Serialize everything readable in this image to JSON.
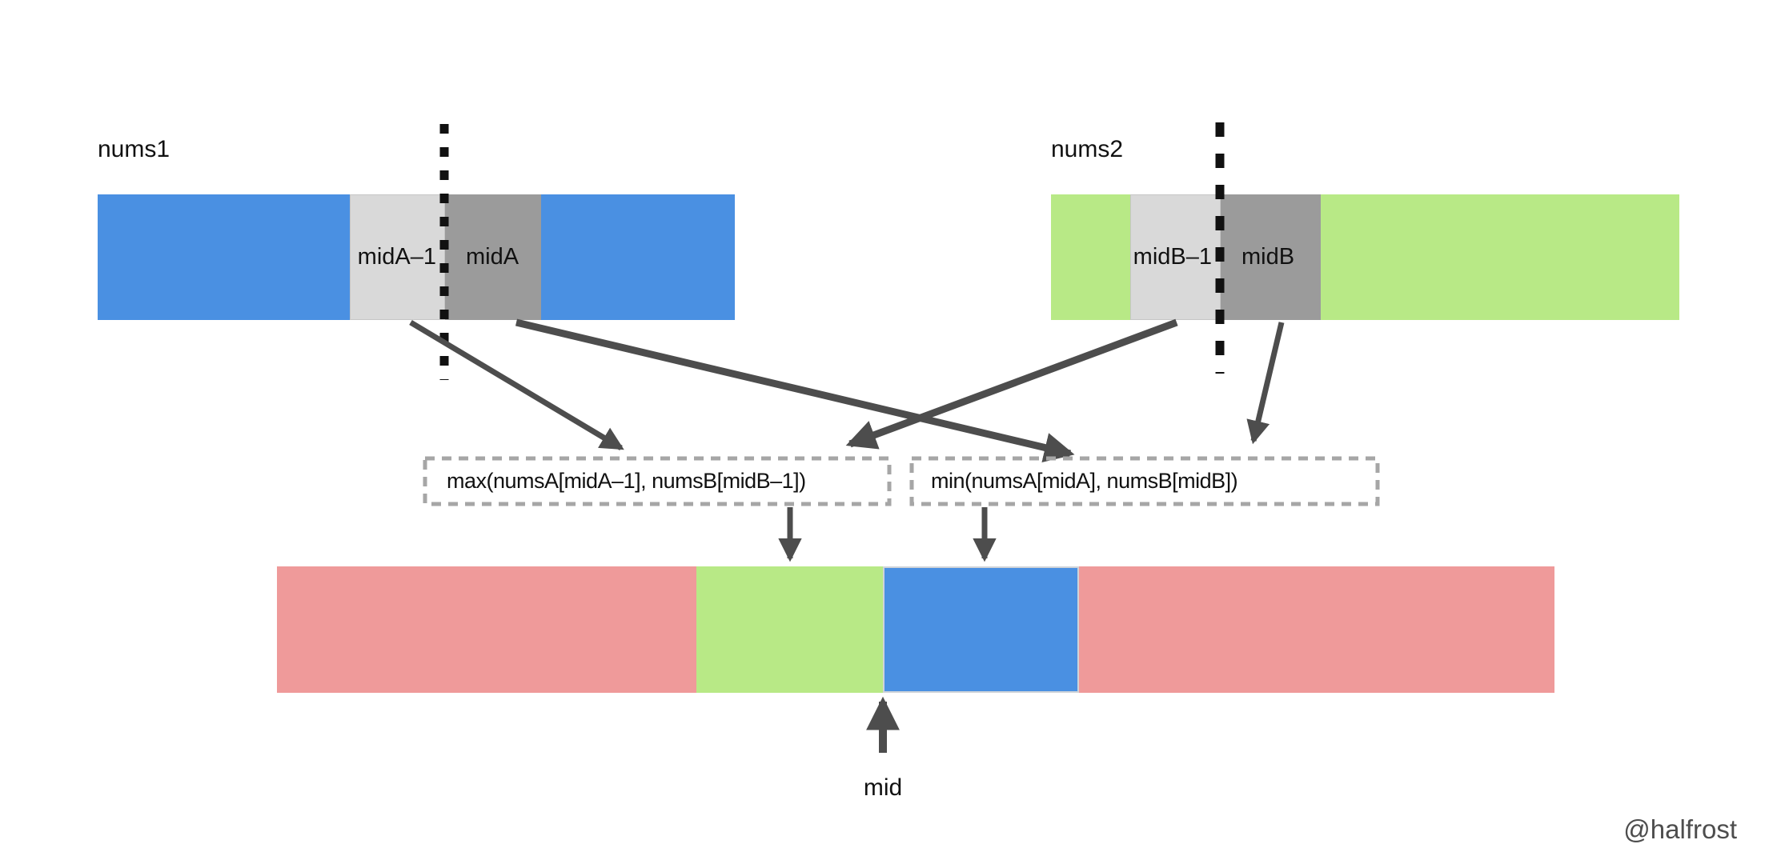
{
  "labels": {
    "nums1": "nums1",
    "nums2": "nums2",
    "midA_1": "midA–1",
    "midA": "midA",
    "midB_1": "midB–1",
    "midB": "midB",
    "mid": "mid"
  },
  "boxes": {
    "max": "max(numsA[midA–1], numsB[midB–1])",
    "min": "min(numsA[midA], numsB[midB])"
  },
  "watermark": "@halfrost",
  "colors": {
    "blue": "#4a90e2",
    "green": "#b8e986",
    "pink": "#ef9a9a",
    "light_gray": "#d9d9d9",
    "dark_gray": "#9b9b9b",
    "arrow": "#4d4d4d",
    "box_border": "#a6a6a6",
    "partition": "#111111",
    "watermark_color": "#4d4d4d"
  }
}
